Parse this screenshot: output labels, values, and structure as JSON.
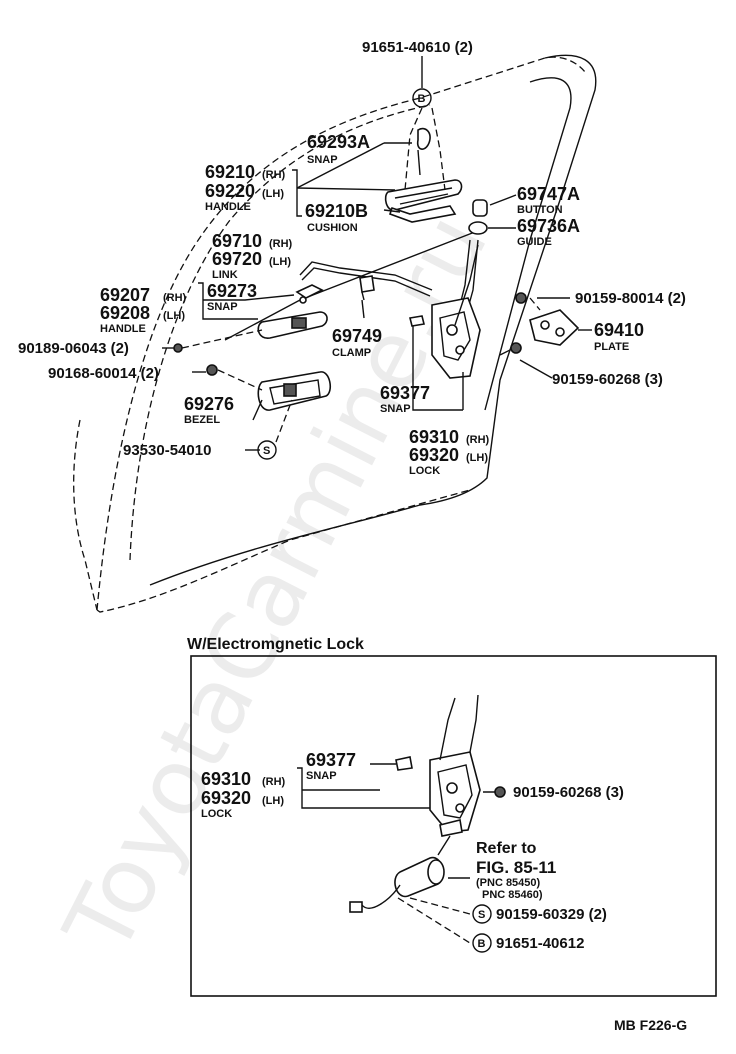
{
  "watermark": "ToyotaCarmine.ru",
  "parts": {
    "bolt_b_top": {
      "number": "91651-40610 (2)",
      "symbol": "B"
    },
    "snap_69293": {
      "number": "69293A",
      "name": "SNAP"
    },
    "handle_outer": {
      "number_rh": "69210",
      "tag_rh": "(RH)",
      "number_lh": "69220",
      "tag_lh": "(LH)",
      "name": "HANDLE"
    },
    "cushion": {
      "number": "69210B",
      "name": "CUSHION"
    },
    "button": {
      "number": "69747A",
      "name": "BUTTON"
    },
    "guide": {
      "number": "69736A",
      "name": "GUIDE"
    },
    "link": {
      "number_rh": "69710",
      "tag_rh": "(RH)",
      "number_lh": "69720",
      "tag_lh": "(LH)",
      "name": "LINK"
    },
    "screw_80014": {
      "number": "90159-80014 (2)"
    },
    "handle_inner": {
      "number_rh": "69207",
      "tag_rh": "(RH)",
      "number_lh": "69208",
      "tag_lh": "(LH)",
      "name": "HANDLE"
    },
    "snap_69273": {
      "number": "69273",
      "name": "SNAP"
    },
    "plate": {
      "number": "69410",
      "name": "PLATE"
    },
    "clamp": {
      "number": "69749",
      "name": "CLAMP"
    },
    "nut_06043": {
      "number": "90189-06043 (2)"
    },
    "screw_60014": {
      "number": "90168-60014 (2)"
    },
    "screw_60268_top": {
      "number": "90159-60268 (3)"
    },
    "snap_69377_top": {
      "number": "69377",
      "name": "SNAP"
    },
    "bezel": {
      "number": "69276",
      "name": "BEZEL"
    },
    "screw_s_54010": {
      "number": "93530-54010",
      "symbol": "S"
    },
    "lock_top": {
      "number_rh": "69310",
      "tag_rh": "(RH)",
      "number_lh": "69320",
      "tag_lh": "(LH)",
      "name": "LOCK"
    }
  },
  "inset": {
    "title": "W/Electromgnetic Lock",
    "snap": {
      "number": "69377",
      "name": "SNAP"
    },
    "lock": {
      "number_rh": "69310",
      "tag_rh": "(RH)",
      "number_lh": "69320",
      "tag_lh": "(LH)",
      "name": "LOCK"
    },
    "screw_60268": {
      "number": "90159-60268 (3)"
    },
    "refer": {
      "line1": "Refer to",
      "line2": "FIG. 85-11",
      "pnc1": "(PNC 85450)",
      "pnc2": "PNC 85460)"
    },
    "screw_s_60329": {
      "number": "90159-60329 (2)",
      "symbol": "S"
    },
    "bolt_b_40612": {
      "number": "91651-40612",
      "symbol": "B"
    }
  },
  "figure_code": "MB F226-G"
}
